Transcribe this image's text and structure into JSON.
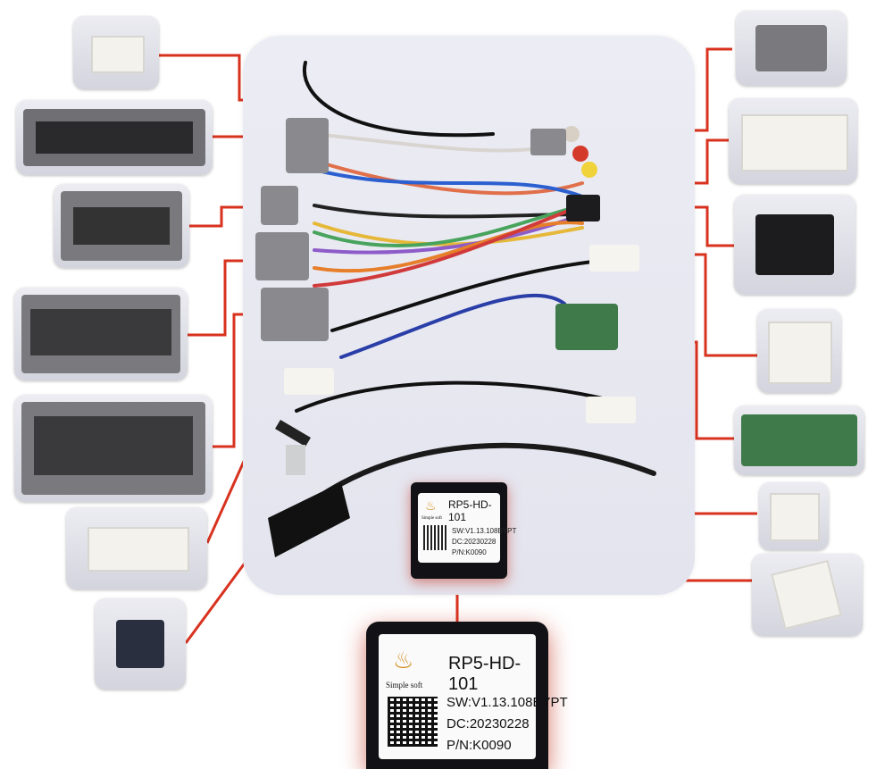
{
  "module_small": {
    "model": "RP5-HD-101",
    "sw": "SW:V1.13.108BYPT",
    "dc": "DC:20230228",
    "pn": "P/N:K0090",
    "brand": "Simple soft"
  },
  "module_large": {
    "model": "RP5-HD-101",
    "sw": "SW:V1.13.108BYPT",
    "dc": "DC:20230228",
    "pn": "P/N:K0090",
    "brand": "Simple soft"
  },
  "colors": {
    "connector_line": "#d8321f",
    "panel": "#e8e8f0",
    "module_body": "#121216",
    "glow": "#c0301c"
  },
  "icons": {
    "module_logo": "flame-logo-icon"
  }
}
